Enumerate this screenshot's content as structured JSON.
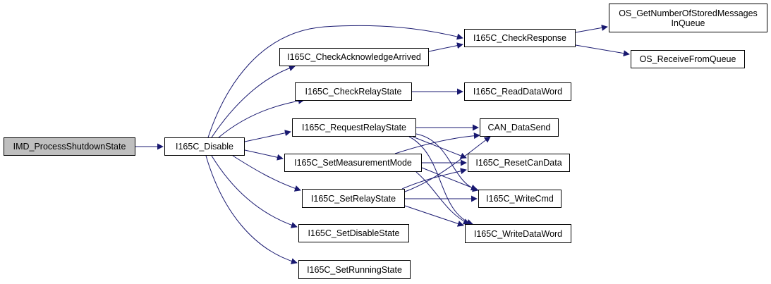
{
  "nodes": {
    "imd_process_shutdown_state": "IMD_ProcessShutdownState",
    "i165c_disable": "I165C_Disable",
    "i165c_check_acknowledge_arrived": "I165C_CheckAcknowledgeArrived",
    "i165c_check_response": "I165C_CheckResponse",
    "os_get_number_of_stored_messages_in_queue": "OS_GetNumberOfStoredMessages InQueue",
    "os_receive_from_queue": "OS_ReceiveFromQueue",
    "i165c_check_relay_state": "I165C_CheckRelayState",
    "i165c_read_data_word": "I165C_ReadDataWord",
    "i165c_request_relay_state": "I165C_RequestRelayState",
    "can_data_send": "CAN_DataSend",
    "i165c_set_measurement_mode": "I165C_SetMeasurementMode",
    "i165c_reset_can_data": "I165C_ResetCanData",
    "i165c_set_relay_state": "I165C_SetRelayState",
    "i165c_write_cmd": "I165C_WriteCmd",
    "i165c_set_disable_state": "I165C_SetDisableState",
    "i165c_write_data_word": "I165C_WriteDataWord",
    "i165c_set_running_state": "I165C_SetRunningState"
  },
  "colors": {
    "edge": "#191970",
    "node_border": "#000000",
    "root_fill": "#bfbfbf",
    "node_fill": "#ffffff"
  }
}
